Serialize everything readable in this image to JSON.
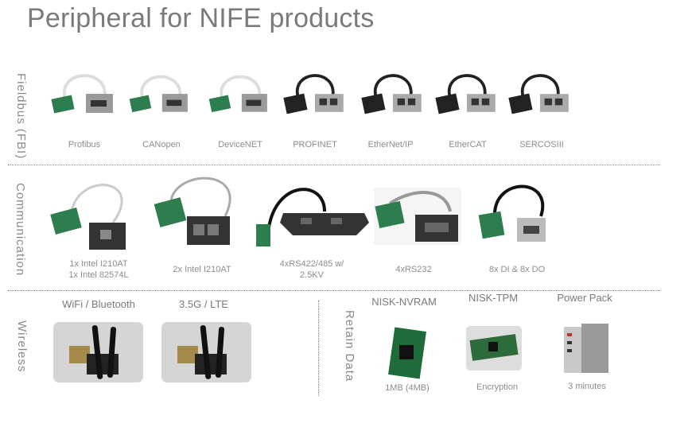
{
  "title": "Peripheral for NIFE products",
  "sections": {
    "fieldbus": {
      "label": "Fieldbus (FBI)",
      "items": [
        "Profibus",
        "CANopen",
        "DeviceNET",
        "PROFINET",
        "EtherNet/IP",
        "EtherCAT",
        "SERCOSIII"
      ]
    },
    "communication": {
      "label": "Communication",
      "items": [
        {
          "line1": "1x Intel I210AT",
          "line2": "1x Intel 82574L"
        },
        {
          "line1": "2x Intel I210AT",
          "line2": ""
        },
        {
          "line1": "4xRS422/485 w/",
          "line2": "2.5KV"
        },
        {
          "line1": "4xRS232",
          "line2": ""
        },
        {
          "line1": "8x DI & 8x DO",
          "line2": ""
        }
      ]
    },
    "wireless": {
      "label": "Wireless",
      "items": [
        "WiFi / Bluetooth",
        "3.5G / LTE"
      ]
    },
    "retain": {
      "label": "Retain Data",
      "items": [
        {
          "name": "NISK-NVRAM",
          "caption": "1MB  (4MB)"
        },
        {
          "name": "NISK-TPM",
          "caption": "Encryption"
        },
        {
          "name": "Power Pack",
          "caption": "3 minutes"
        }
      ]
    }
  }
}
